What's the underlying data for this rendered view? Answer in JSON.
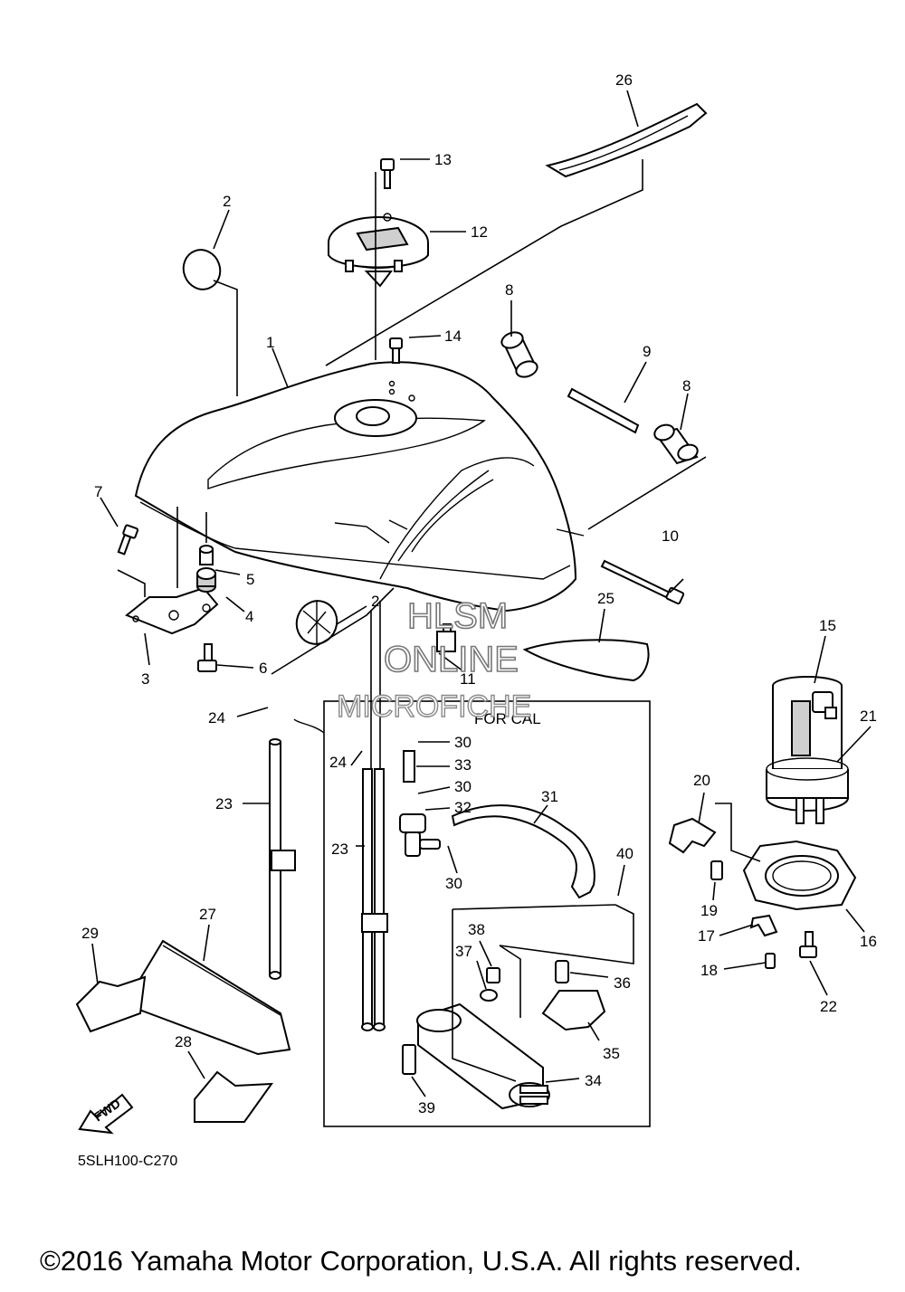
{
  "diagram": {
    "drawing_code": "5SLH100-C270",
    "copyright": "©2016 Yamaha Motor Corporation, U.S.A. All rights reserved.",
    "variant_box_label": "FOR CAL",
    "direction_badge": "FWD",
    "watermark": [
      "HLSM",
      "ONLINE",
      "MICROFICHE"
    ],
    "callouts": [
      "1",
      "2",
      "2",
      "3",
      "4",
      "5",
      "6",
      "7",
      "8",
      "8",
      "9",
      "10",
      "11",
      "12",
      "13",
      "14",
      "15",
      "16",
      "17",
      "18",
      "19",
      "20",
      "21",
      "22",
      "23",
      "23",
      "24",
      "24",
      "25",
      "26",
      "27",
      "28",
      "29",
      "30",
      "30",
      "30",
      "31",
      "32",
      "33",
      "34",
      "35",
      "36",
      "37",
      "38",
      "39",
      "40"
    ]
  }
}
